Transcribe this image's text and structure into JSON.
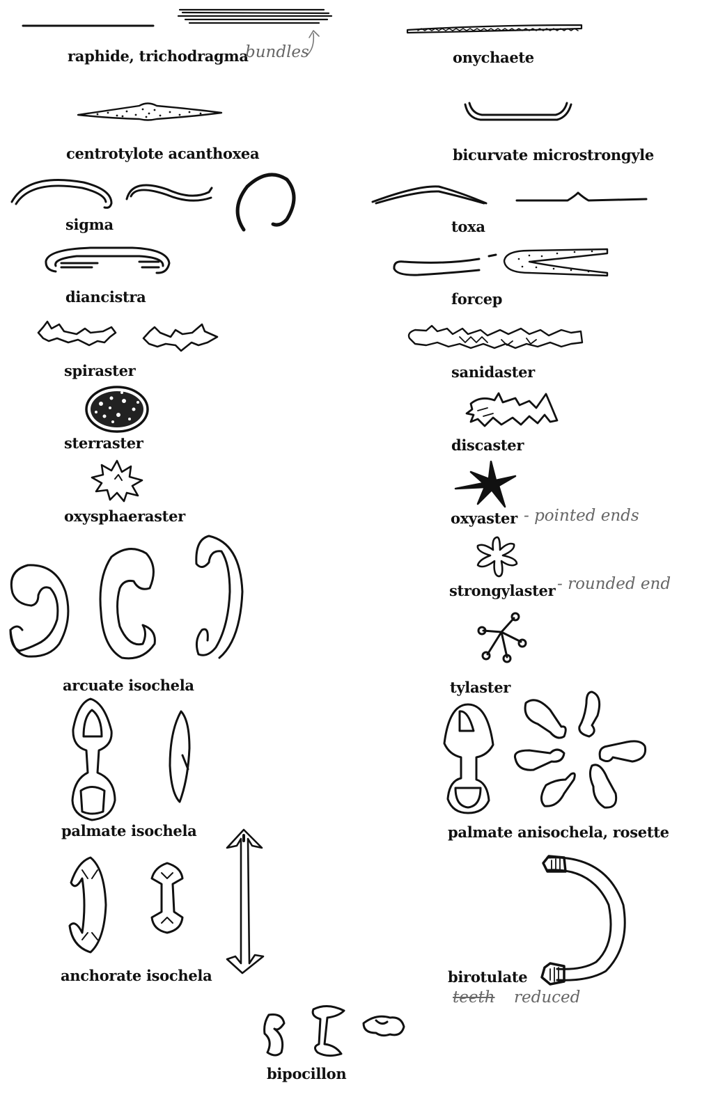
{
  "labels": {
    "raphide": "raphide, trichodragma",
    "onychaete": "onychaete",
    "centrotylote": "centrotylote acanthoxea",
    "bicurvate": "bicurvate microstrongyle",
    "sigma": "sigma",
    "toxa": "toxa",
    "diancistra": "diancistra",
    "forcep": "forcep",
    "spiraster": "spiraster",
    "sanidaster": "sanidaster",
    "sterraster": "sterraster",
    "discaster": "discaster",
    "oxysphaeraster": "oxysphaeraster",
    "oxyaster": "oxyaster",
    "strongylaster": "strongylaster",
    "arcuate": "arcuate isochela",
    "tylaster": "tylaster",
    "palmate_iso": "palmate isochela",
    "palmate_aniso": "palmate anisochela, rosette",
    "anchorate": "anchorate isochela",
    "birotulate": "birotulate",
    "bipocillon": "bipocillon"
  },
  "notes": {
    "bundles": "bundles",
    "pointed": "- pointed ends",
    "rounded": "- rounded end",
    "teeth": "teeth",
    "reduced": "reduced"
  }
}
